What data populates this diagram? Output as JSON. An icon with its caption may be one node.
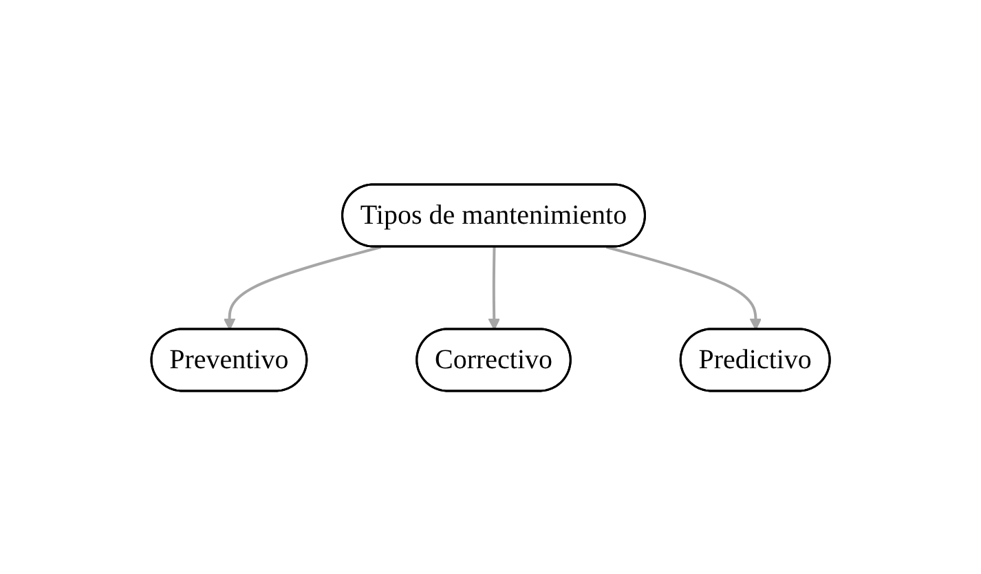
{
  "diagram": {
    "nodes": [
      {
        "text": [
          "Preventivo"
        ]
      },
      {
        "text": [
          "Tipos de mantenimiento"
        ]
      },
      {
        "text": [
          "Correctivo"
        ]
      },
      {
        "text": [
          "Predictivo"
        ]
      }
    ],
    "edges": [
      {
        "from": 1,
        "to": 0,
        "arrow": "to"
      },
      {
        "from": 1,
        "to": 2,
        "arrow": "to"
      },
      {
        "from": 1,
        "to": 3,
        "arrow": "to"
      }
    ]
  }
}
